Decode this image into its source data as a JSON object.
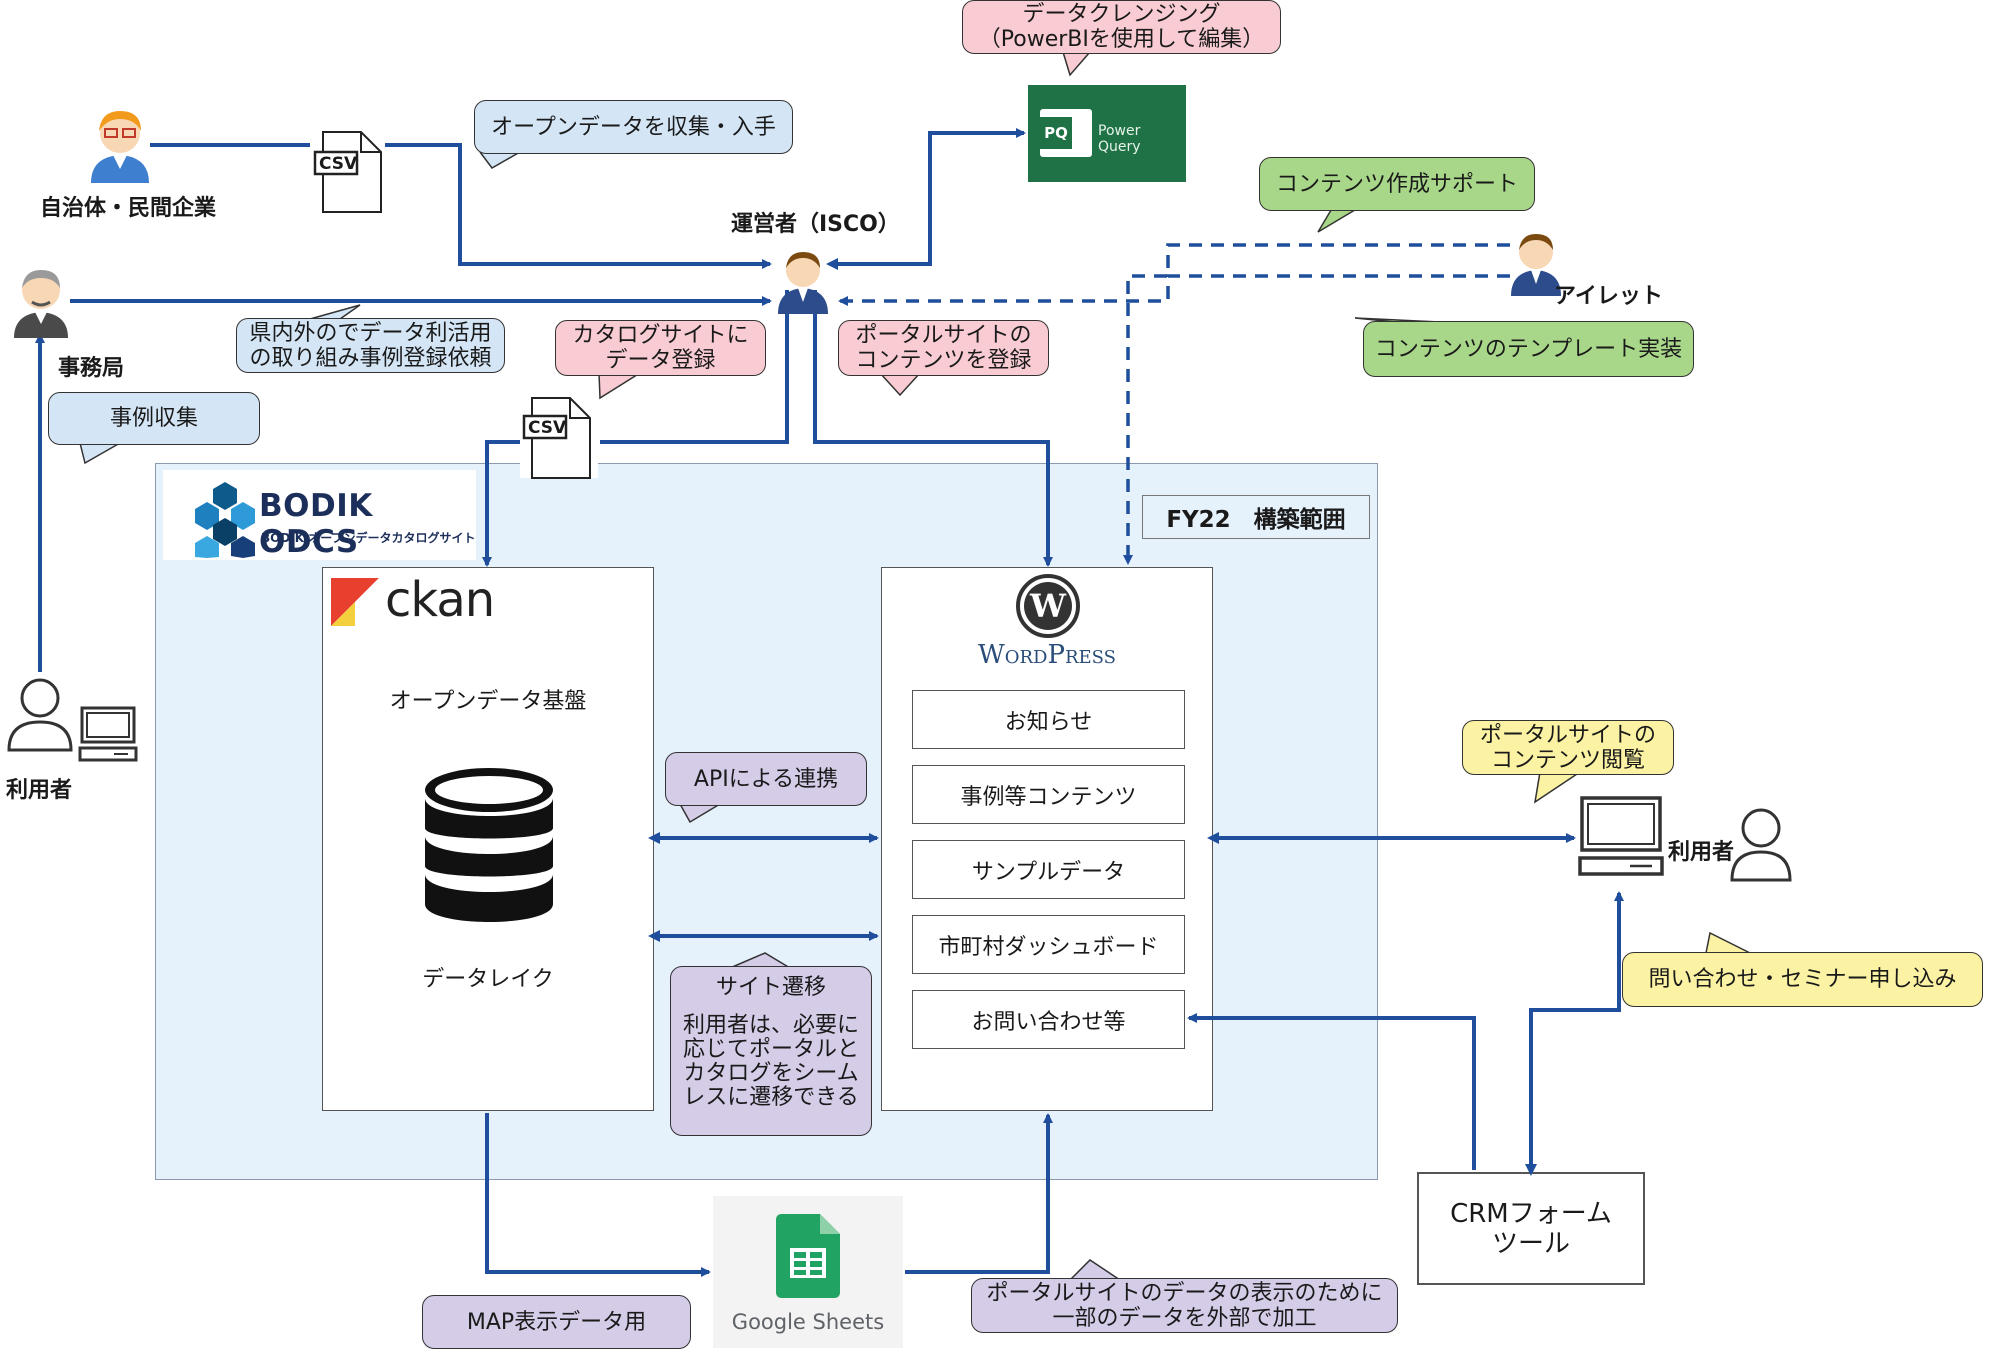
{
  "colors": {
    "arrow": "#1f4e9c",
    "scope_bg": "#e5f1fb",
    "callout_blue": "#d4e6f6",
    "callout_pink": "#f8ccd2",
    "callout_green": "#a9d78a",
    "callout_yellow": "#fbf3a3",
    "callout_purple": "#d5cce8",
    "powerquery": "#1f7245",
    "sheets": "#21a463"
  },
  "actors": {
    "municipality": "自治体・民間企業",
    "secretariat": "事務局",
    "operator": "運営者（ISCO）",
    "ailet": "アイレット",
    "user_left": "利用者",
    "user_right": "利用者"
  },
  "csv": {
    "top": "CSV",
    "middle": "CSV"
  },
  "callouts": {
    "data_cleansing": "データクレンジング\n（PowerBIを使用して編集）",
    "collect_open_data": "オープンデータを収集・入手",
    "content_support": "コンテンツ作成サポート",
    "case_request": "県内外のでデータ利活用\nの取り組み事例登録依頼",
    "catalog_register": "カタログサイトに\nデータ登録",
    "portal_register": "ポータルサイトの\nコンテンツを登録",
    "template_impl": "コンテンツのテンプレート実装",
    "case_collect": "事例収集",
    "api_link": "APIによる連携",
    "site_transition_title": "サイト遷移",
    "site_transition_body": "利用者は、必要に\n応じてポータルと\nカタログをシーム\nレスに遷移できる",
    "portal_browse": "ポータルサイトの\nコンテンツ閲覧",
    "inquiry": "問い合わせ・セミナー申し込み",
    "map_data": "MAP表示データ用",
    "external_processing": "ポータルサイトのデータの表示のために\n一部のデータを外部で加工"
  },
  "powerquery": {
    "badge": "PQ",
    "label": "Power Query"
  },
  "bodik": {
    "title": "BODIK ODCS",
    "subtitle": "BODIK オープンデータカタログサイト"
  },
  "scope_label": "FY22　構築範囲",
  "ckan": {
    "logo": "ckan",
    "platform": "オープンデータ基盤",
    "lake": "データレイク"
  },
  "wordpress": {
    "logo": "WordPress",
    "menu": [
      "お知らせ",
      "事例等コンテンツ",
      "サンプルデータ",
      "市町村ダッシュボード",
      "お問い合わせ等"
    ]
  },
  "crm": "CRMフォーム\nツール",
  "google_sheets": "Google Sheets"
}
